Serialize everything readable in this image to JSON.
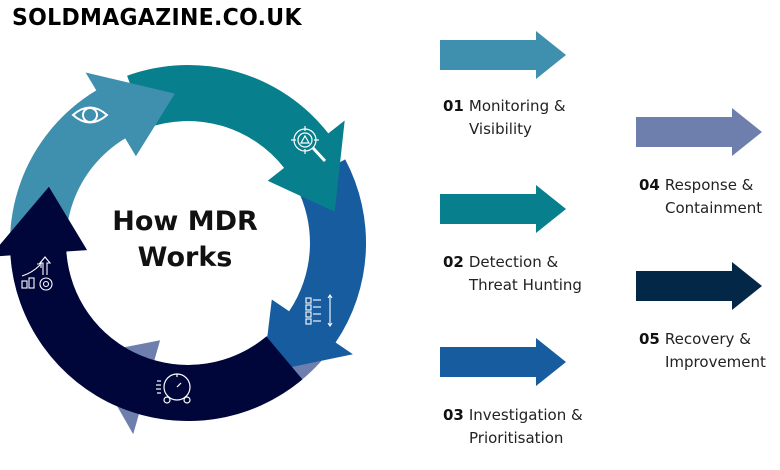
{
  "site": {
    "title": "SOLDMAGAZINE.CO.UK"
  },
  "center": {
    "line1": "How MDR",
    "line2": "Works"
  },
  "steps": [
    {
      "num": "01",
      "line1": "Monitoring &",
      "line2": "Visibility",
      "color": "#3f8fae",
      "icon": "eye-icon"
    },
    {
      "num": "02",
      "line1": "Detection &",
      "line2": "Threat Hunting",
      "color": "#087f8c",
      "icon": "threat-search-icon"
    },
    {
      "num": "03",
      "line1": "Investigation &",
      "line2": "Prioritisation",
      "color": "#175c9f",
      "icon": "checklist-icon"
    },
    {
      "num": "04",
      "line1": "Response &",
      "line2": "Containment",
      "color": "#6e7fae",
      "icon": "alarm-clock-icon"
    },
    {
      "num": "05",
      "line1": "Recovery &",
      "line2": "Improvement",
      "color": "#01063a",
      "icon": "growth-gear-icon"
    }
  ],
  "legend_arrow_colors": [
    "#3f8fae",
    "#087f8c",
    "#175c9f",
    "#6e7fae",
    "#032847"
  ]
}
